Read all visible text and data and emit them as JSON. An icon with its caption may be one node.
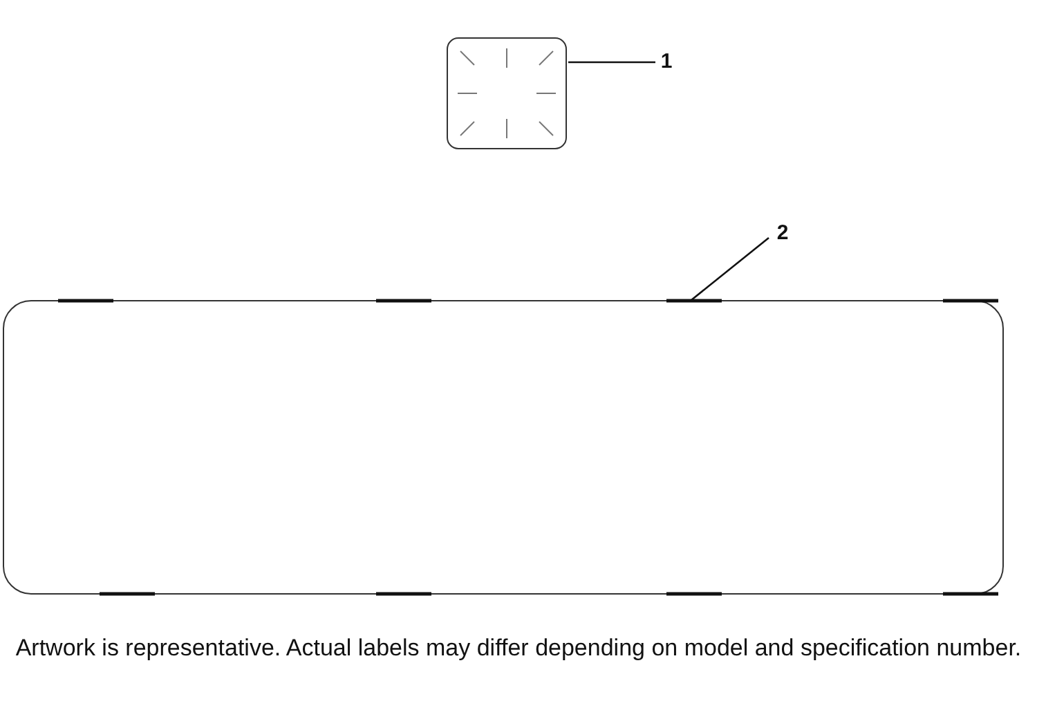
{
  "diagram": {
    "caption": "Artwork is representative. Actual labels may differ depending on model and specification number.",
    "nodes": [
      {
        "text": [
          "1"
        ]
      },
      {
        "text": [],
        "shape": "box"
      },
      {
        "text": [
          "2"
        ]
      },
      {
        "text": [],
        "shape": "box"
      }
    ],
    "edges": [
      {
        "from": 0,
        "to": 1,
        "arrow": "none"
      },
      {
        "from": 2,
        "to": 3,
        "arrow": "none"
      }
    ]
  }
}
